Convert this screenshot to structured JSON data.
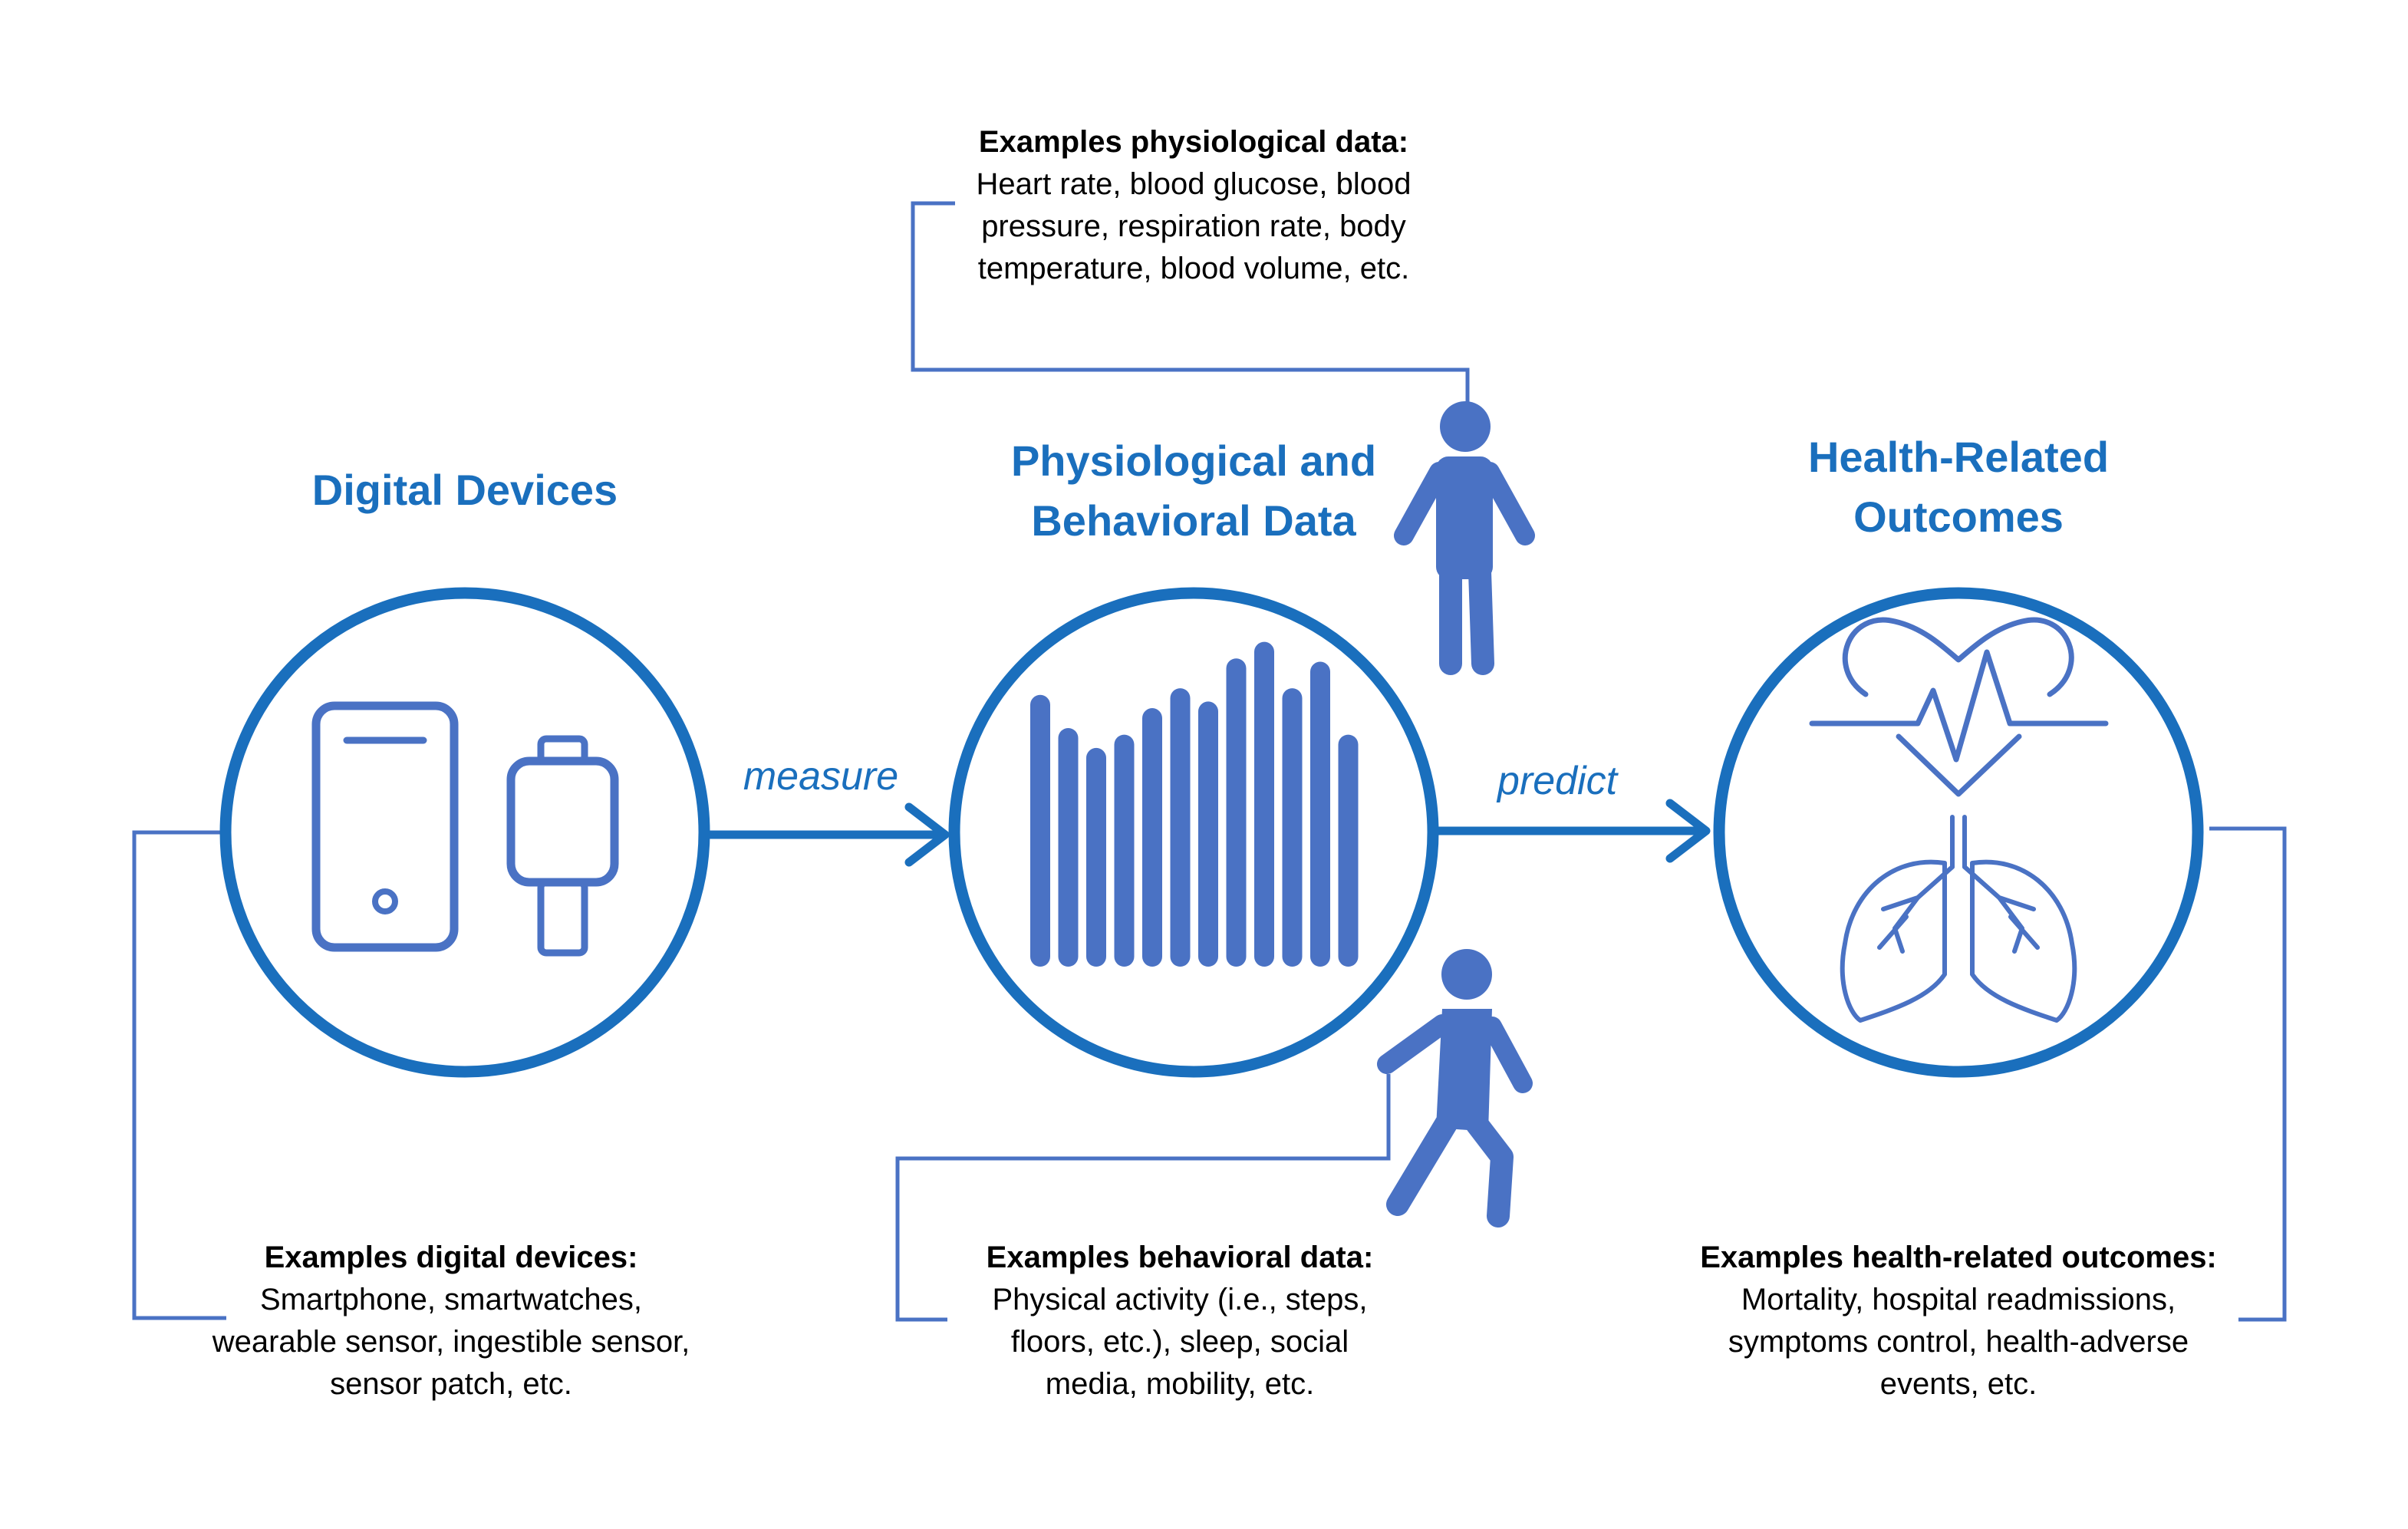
{
  "colors": {
    "accent": "#1a6fbd",
    "icon": "#4a72c4",
    "text": "#000000"
  },
  "nodes": [
    {
      "title_lines": [
        "Digital Devices"
      ],
      "icon": "smartphone-and-smartwatch-icon"
    },
    {
      "title_lines": [
        "Physiological and",
        "Behavioral Data"
      ],
      "icon": "bar-signal-icon"
    },
    {
      "title_lines": [
        "Health-Related",
        "Outcomes"
      ],
      "icon": "heart-and-lungs-icon"
    }
  ],
  "edges": [
    {
      "label": "measure"
    },
    {
      "label": "predict"
    }
  ],
  "people_icons": [
    "standing-person-icon",
    "walking-person-icon"
  ],
  "examples": {
    "physiological": {
      "heading": "Examples physiological data:",
      "lines": [
        "Heart rate, blood glucose, blood",
        "pressure, respiration rate, body",
        "temperature, blood volume, etc."
      ]
    },
    "devices": {
      "heading": "Examples digital devices:",
      "lines": [
        "Smartphone, smartwatches,",
        "wearable sensor, ingestible sensor,",
        "sensor patch, etc."
      ]
    },
    "behavioral": {
      "heading": "Examples behavioral data:",
      "lines": [
        "Physical activity (i.e., steps,",
        "floors, etc.), sleep, social",
        "media, mobility, etc."
      ]
    },
    "outcomes": {
      "heading": "Examples health-related outcomes:",
      "lines": [
        "Mortality, hospital readmissions,",
        "symptoms control, health-adverse",
        "events, etc."
      ]
    }
  },
  "bar_signal_levels": [
    0.82,
    0.72,
    0.66,
    0.7,
    0.78,
    0.84,
    0.8,
    0.93,
    0.98,
    0.84,
    0.92,
    0.7
  ]
}
